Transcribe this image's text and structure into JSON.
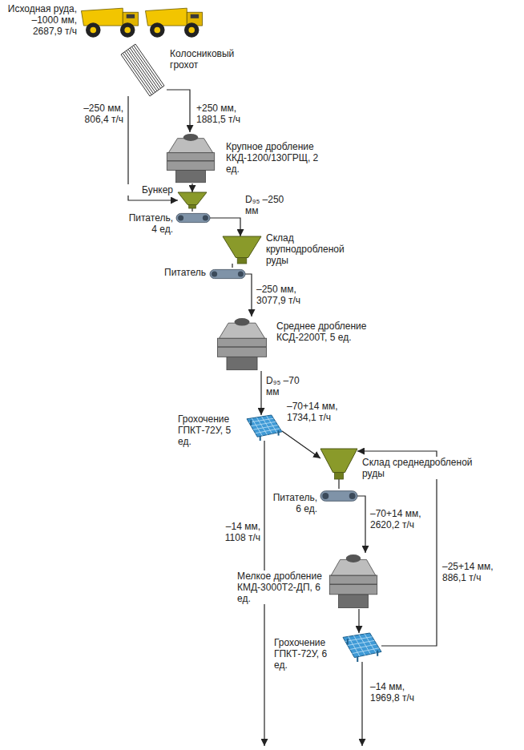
{
  "diagram": {
    "nodes": [
      {
        "text": [
          "Исходная руда, –1000 мм, 2687,9 т/ч"
        ]
      },
      {
        "text": [
          "Колосниковый грохот"
        ]
      },
      {
        "text": [
          "Крупное дробление ККД-1200/130ГРЩ, 2 ед."
        ]
      },
      {
        "text": [
          "Бункер"
        ]
      },
      {
        "text": [
          "Питатель, 4 ед."
        ]
      },
      {
        "text": [
          "Склад крупнодробленой руды"
        ]
      },
      {
        "text": [
          "Питатель"
        ]
      },
      {
        "text": [
          "Среднее дробление КСД-2200Т, 5 ед."
        ]
      },
      {
        "text": [
          "Грохочение ГПКТ-72У, 5 ед."
        ]
      },
      {
        "text": [
          "Склад среднедробленой руды"
        ]
      },
      {
        "text": [
          "Питатель, 6 ед."
        ]
      },
      {
        "text": [
          "Мелкое дробление КМД-3000Т2-ДП, 6 ед."
        ]
      },
      {
        "text": [
          "Грохочение ГПКТ-72У, 6 ед."
        ]
      }
    ],
    "edges": [
      {
        "from": 1,
        "to": 2,
        "arrow": "to",
        "label": "+250 мм, 1881,5 т/ч"
      },
      {
        "from": 1,
        "to": 3,
        "arrow": "to",
        "label": "–250 мм, 806,4 т/ч"
      },
      {
        "from": 2,
        "to": 3,
        "arrow": "to"
      },
      {
        "from": 3,
        "to": 4,
        "arrow": "none"
      },
      {
        "from": 4,
        "to": 5,
        "arrow": "to",
        "label": "D₉₅ –250 мм"
      },
      {
        "from": 5,
        "to": 6,
        "arrow": "none"
      },
      {
        "from": 6,
        "to": 7,
        "arrow": "to",
        "label": "–250 мм, 3077,9 т/ч"
      },
      {
        "from": 7,
        "to": 8,
        "arrow": "to",
        "label": "D₉₅ –70 мм"
      },
      {
        "from": 8,
        "to": 9,
        "arrow": "to",
        "label": "–70+14 мм, 1734,1 т/ч"
      },
      {
        "from": 9,
        "to": 10,
        "arrow": "none"
      },
      {
        "from": 10,
        "to": 11,
        "arrow": "to",
        "label": "–70+14 мм, 2620,2 т/ч"
      },
      {
        "from": 11,
        "to": 12,
        "arrow": "to"
      },
      {
        "from": 12,
        "to": 9,
        "arrow": "to",
        "label": "–25+14 мм, 886,1 т/ч"
      }
    ],
    "labels": [
      "–14 мм, 1108 т/ч",
      "–14 мм, 1969,8 т/ч"
    ]
  }
}
